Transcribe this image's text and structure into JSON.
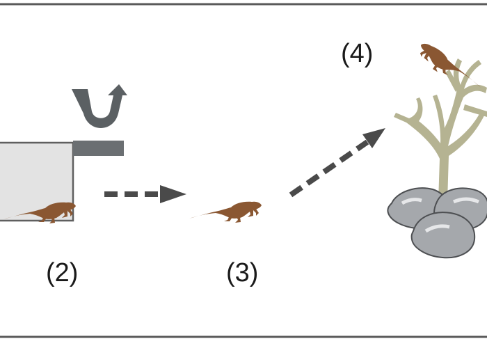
{
  "labels": {
    "step2": "(2)",
    "step3": "(3)",
    "step4": "(4)"
  },
  "colors": {
    "frame": "#5a5a5a",
    "enclosure_fill": "#e3e3e3",
    "enclosure_edge": "#5f5f5f",
    "lid": "#6b6f72",
    "rotate_arrow": "#5b6063",
    "dashed_arrow": "#4a4a4a",
    "lizard": "#8a5732",
    "tree": "#b5b392",
    "rock_fill": "#a5a8ac",
    "rock_edge": "#4d4f52"
  },
  "icons": {
    "rotate": "u-turn-arrow-icon",
    "move": "dashed-right-arrow-icon",
    "climb": "dashed-up-right-arrow-icon",
    "animal": "lizard-icon",
    "perch": "tree-icon",
    "ground": "rock-pile-icon"
  }
}
